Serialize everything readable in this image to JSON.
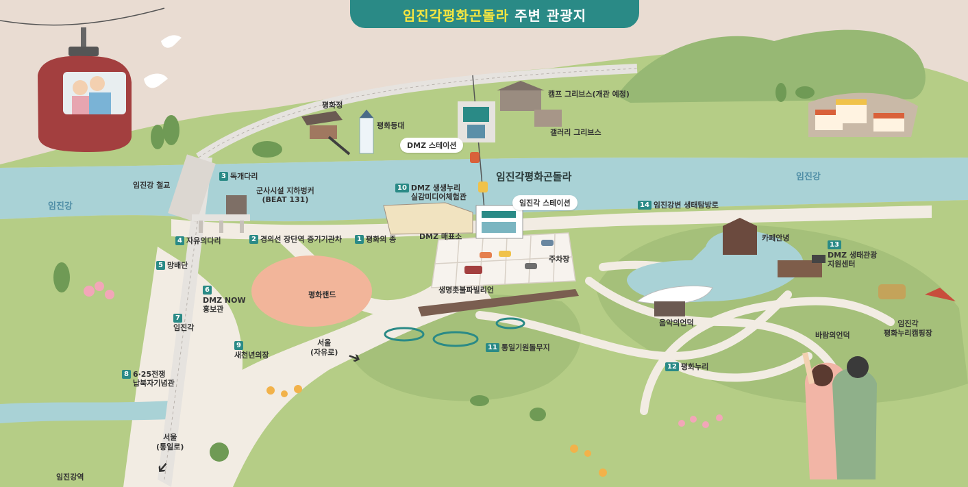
{
  "title": {
    "highlight": "임진각평화곤돌라",
    "rest": "주변 관광지"
  },
  "colors": {
    "teal": "#2a8a86",
    "title_yellow": "#f6e640",
    "river": "#a9d2d6",
    "grass": "#b5cd86",
    "path": "#f2ece3",
    "sand": "#e9dcd2"
  },
  "rivers": {
    "left": "임진강",
    "right": "임진강"
  },
  "gondola_name": "임진각평화곤돌라",
  "stations": {
    "dmz": "DMZ 스테이션",
    "imjingak": "임진각 스테이션"
  },
  "places": {
    "peace_pavilion": "평화정",
    "peace_lighthouse": "평화등대",
    "camp_greaves": "캠프 그리브스(개관 예정)",
    "gallery_greaves": "갤러리 그리브스",
    "bridge": "임진강 철교",
    "dmz_ticket": "DMZ 매표소",
    "parking": "주차장",
    "cafe": "카페안녕",
    "peace_land": "평화랜드",
    "life_pavilion": "생명촛불파빌리언",
    "music_hill": "음악의언덕",
    "wind_hill": "바람의언덕",
    "camping": "임진각\n평화누리캠핑장",
    "imjingang_station": "임진강역",
    "seoul_jayuro": "서울\n(자유로)",
    "seoul_tongilro": "서울\n(통일로)"
  },
  "numbered": [
    {
      "no": "1",
      "label": "평화의 종"
    },
    {
      "no": "2",
      "label": "경의선 장단역 증기기관차"
    },
    {
      "no": "3",
      "label": "독개다리"
    },
    {
      "no": "4",
      "label": "자유의다리"
    },
    {
      "no": "5",
      "label": "망배단"
    },
    {
      "no": "6",
      "label": "DMZ NOW\n홍보관"
    },
    {
      "no": "7",
      "label": "임진각"
    },
    {
      "no": "8",
      "label": "6·25전쟁\n납북자기념관"
    },
    {
      "no": "9",
      "label": "새천년의장"
    },
    {
      "no": "10",
      "label": "DMZ 생생누리\n실감미디어체험관"
    },
    {
      "no": "11",
      "label": "통일기원돌무지"
    },
    {
      "no": "12",
      "label": "평화누리"
    },
    {
      "no": "13",
      "label": "DMZ 생태관광\n지원센터"
    },
    {
      "no": "14",
      "label": "임진강변 생태탐방로"
    }
  ],
  "bunker": "군사시설 지하벙커\n(BEAT 131)"
}
